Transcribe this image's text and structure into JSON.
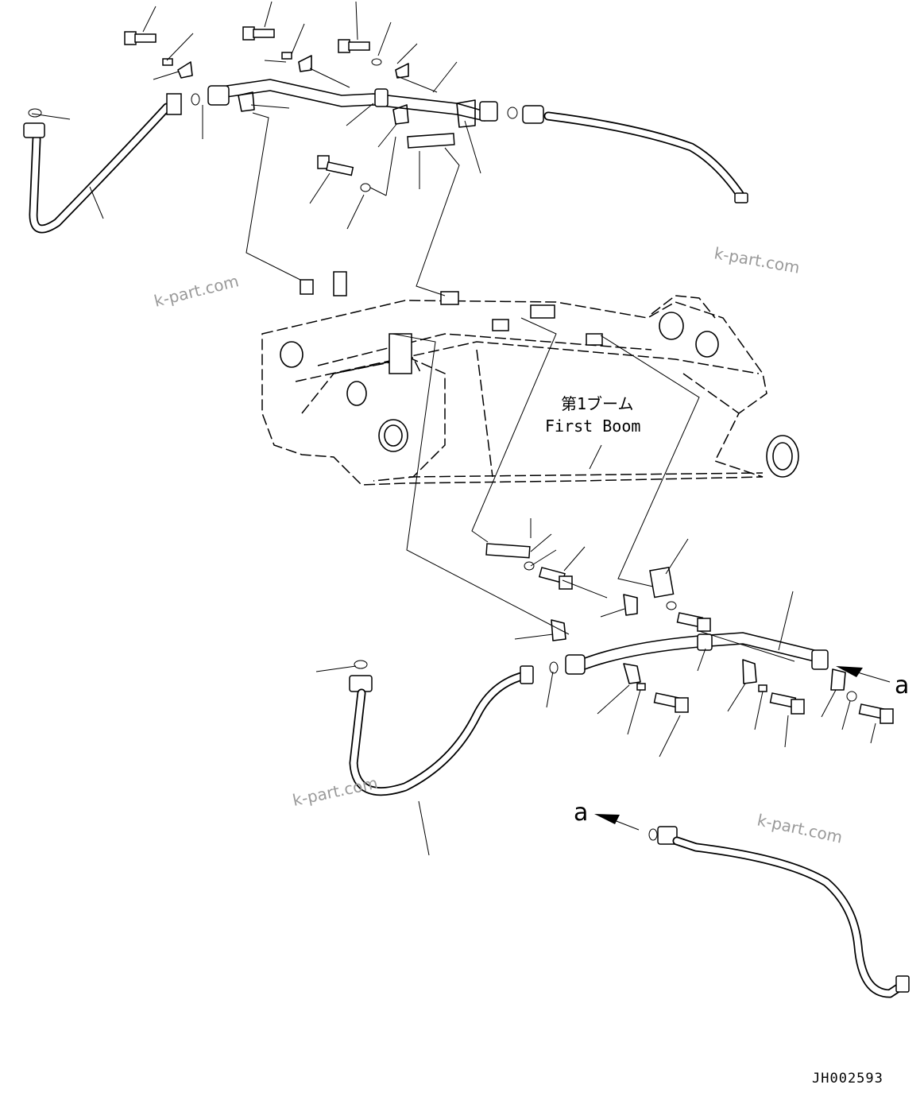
{
  "boom_label": {
    "japanese": "第1ブーム",
    "english": "First Boom"
  },
  "view_markers": {
    "right_marker": "a",
    "left_marker": "a"
  },
  "watermarks": [
    "k-part.com",
    "k-part.com",
    "k-part.com",
    "k-part.com"
  ],
  "drawing_code": "JH002593"
}
